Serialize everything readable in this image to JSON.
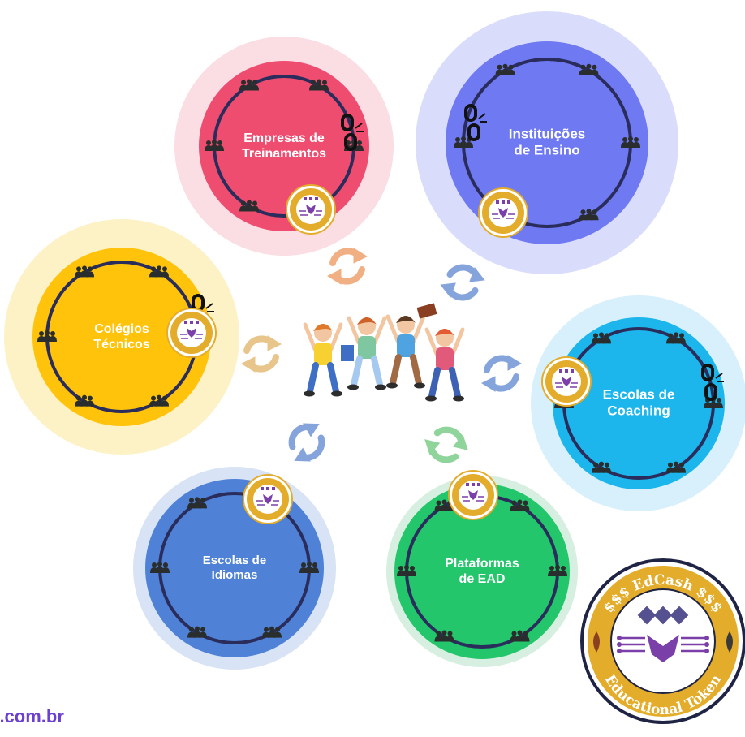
{
  "hubs": [
    {
      "id": "empresas",
      "line1": "Empresas de",
      "line2": "Treinamentos",
      "outer": "#fbdde4",
      "inner": "#ee4d70"
    },
    {
      "id": "instituicoes",
      "line1": "Instituições",
      "line2": "de Ensino",
      "outer": "#d9dcfb",
      "inner": "#6f7af2"
    },
    {
      "id": "colegios",
      "line1": "Colégios",
      "line2": "Técnicos",
      "outer": "#fdf1c6",
      "inner": "#ffc30b"
    },
    {
      "id": "coaching",
      "line1": "Escolas de",
      "line2": "Coaching",
      "outer": "#d7f0fb",
      "inner": "#1cb6ec"
    },
    {
      "id": "idiomas",
      "line1": "Escolas de",
      "line2": "Idiomas",
      "outer": "#d8e3f5",
      "inner": "#4f82d6"
    },
    {
      "id": "ead",
      "line1": "Plataformas",
      "line2": "de EAD",
      "outer": "#d7efe0",
      "inner": "#23c66a"
    }
  ],
  "badge": {
    "top_text": "$$$ EdCash $$$",
    "bottom_text": "Educational Token"
  },
  "footer": {
    "url": "n.com.br"
  },
  "colors": {
    "ring": "#2a2d5c",
    "badge_gold": "#e4ac2b",
    "badge_purple": "#7b3fa9",
    "arrow_orange": "#f1b083",
    "arrow_blue": "#86a4dc",
    "arrow_tan": "#e8c58a",
    "arrow_green": "#8fd49a",
    "url": "#6b3fd1"
  }
}
